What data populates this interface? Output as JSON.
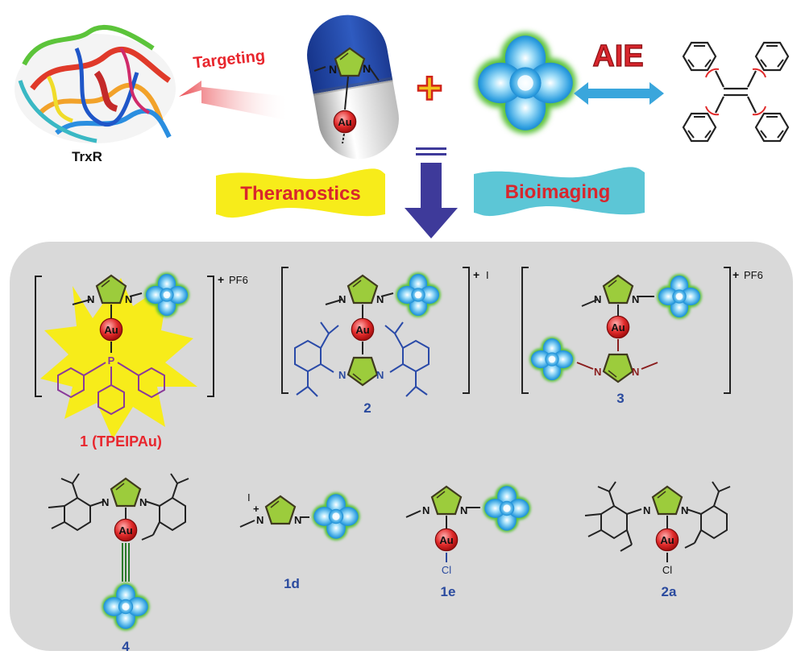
{
  "top": {
    "protein_label": "TrxR",
    "targeting_label": "Targeting",
    "aie_label": "AIE",
    "plus_symbol": "+",
    "theranostics_label": "Theranostics",
    "bioimaging_label": "Bioimaging",
    "capsule_metal": "Au"
  },
  "atoms": {
    "metal": "Au",
    "nitrogen": "N",
    "phosphorus": "P",
    "chlorine": "Cl"
  },
  "compounds": [
    {
      "id": "1",
      "label": "1 (TPEIPAu)",
      "counterion": "PF6",
      "charge": "+"
    },
    {
      "id": "2",
      "label": "2",
      "counterion": "I",
      "charge": "+"
    },
    {
      "id": "3",
      "label": "3",
      "counterion": "PF6",
      "charge": "+"
    },
    {
      "id": "4",
      "label": "4"
    },
    {
      "id": "1d",
      "label": "1d",
      "counterion": "I",
      "charge": "+"
    },
    {
      "id": "1e",
      "label": "1e"
    },
    {
      "id": "2a",
      "label": "2a"
    }
  ],
  "colors": {
    "label_red": "#e8262d",
    "label_blue": "#2a4a9e",
    "arrow_blue": "#3e3a9a",
    "ring_green": "#9ccc3c",
    "gold_red": "#e02a2a",
    "aie_blue": "#4cb6e6",
    "banner_yellow": "#f7ec1a",
    "banner_cyan": "#5cc6d6",
    "panel_gray": "#d9d9d9"
  }
}
